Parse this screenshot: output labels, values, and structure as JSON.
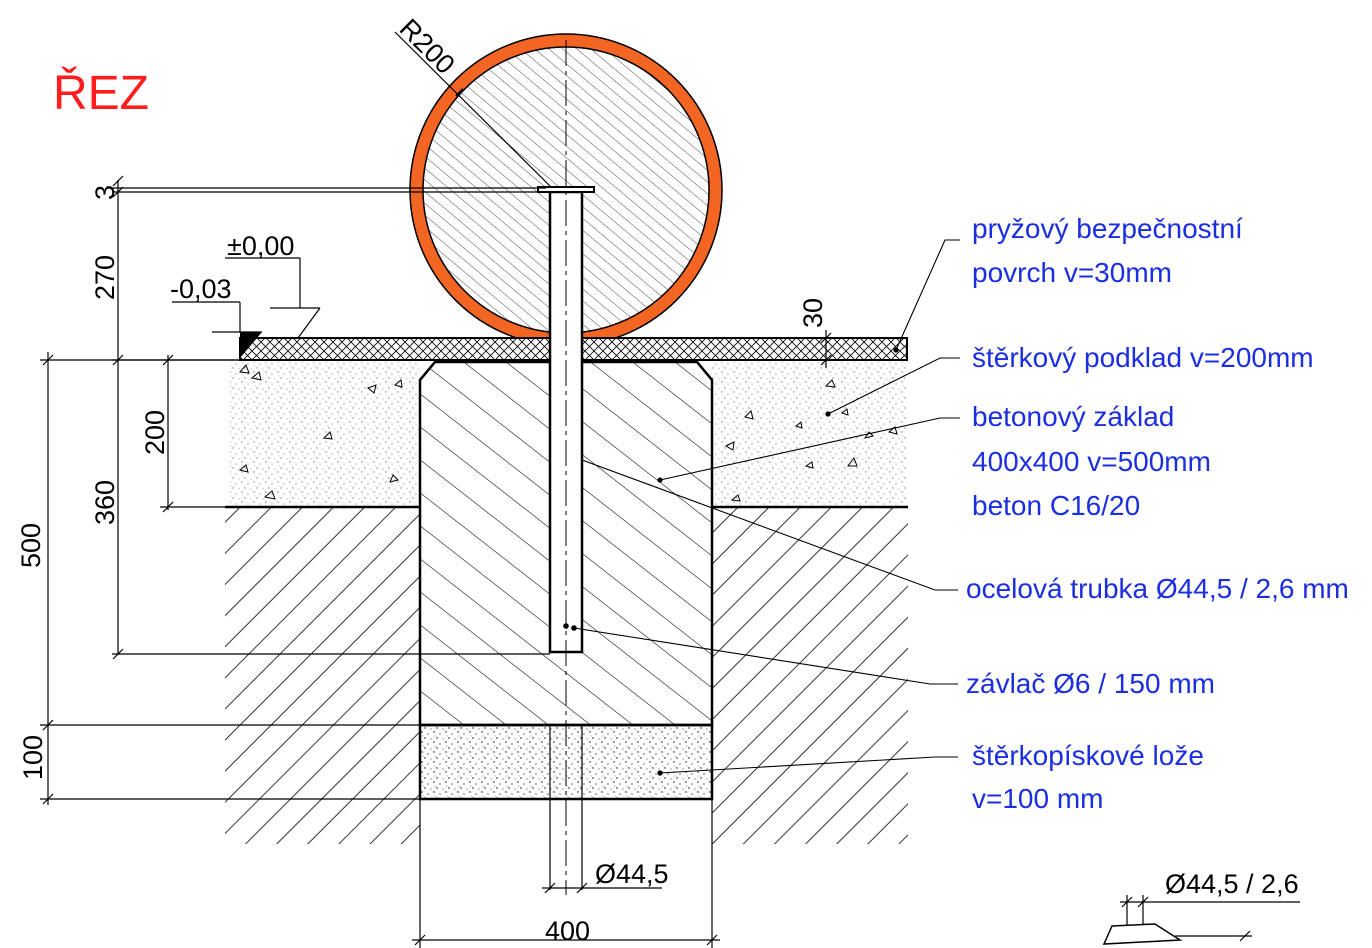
{
  "title": "ŘEZ",
  "dimensions": {
    "radius": "R200",
    "top_plate": "3",
    "pipe_above": "270",
    "surface": "30",
    "gravel": "200",
    "embed": "360",
    "foundation": "500",
    "bed": "100",
    "foundation_width": "400",
    "pipe_diameter": "Ø44,5",
    "detail_pipe": "Ø44,5 / 2,6"
  },
  "levels": {
    "zero": "±0,00",
    "minus": "-0,03"
  },
  "labels": {
    "rubber_line1": "pryžový bezpečnostní",
    "rubber_line2": "povrch v=30mm",
    "gravel": "štěrkový podklad v=200mm",
    "concrete_line1": "betonový základ",
    "concrete_line2": "400x400 v=500mm",
    "concrete_line3": "beton C16/20",
    "pipe": "ocelová trubka Ø44,5 / 2,6 mm",
    "pin": "závlač Ø6 / 150 mm",
    "bed_line1": "štěrkopískové lože",
    "bed_line2": "v=100 mm"
  },
  "colors": {
    "rubber_shell": "#f26522",
    "label_text": "#1b2ee0",
    "title_text": "#ff1d1d",
    "line": "#000000"
  }
}
